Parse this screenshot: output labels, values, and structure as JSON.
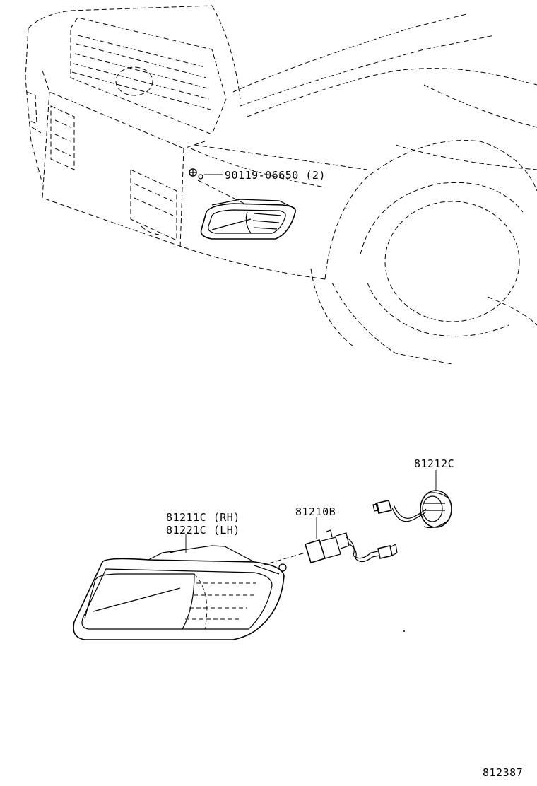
{
  "labels": {
    "bolt": "90119-06650 (2)",
    "lamp_rh": "81211C (RH)",
    "lamp_lh": "81221C (LH)",
    "bulb": "81210B",
    "socket": "81212C",
    "illustration_id": "812387"
  }
}
